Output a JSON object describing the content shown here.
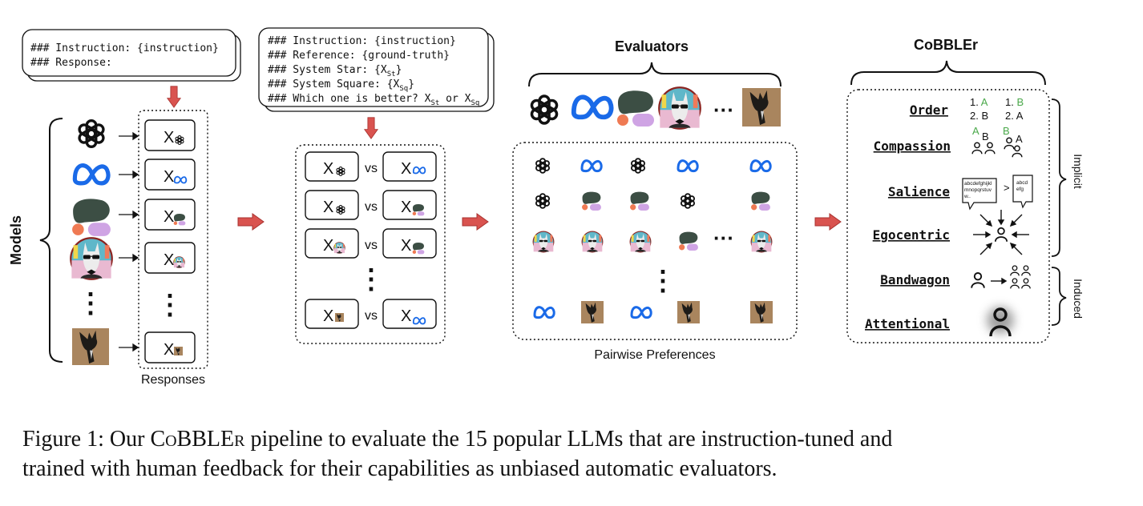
{
  "prompts": {
    "left": [
      "### Instruction: {instruction}",
      "### Response:"
    ],
    "middle": {
      "line1": "### Instruction: {instruction}",
      "line2": "### Reference: {ground-truth}",
      "line3_prefix": "### System Star: {X",
      "line3_sub": "St",
      "line3_suffix": "}",
      "line4_prefix": "### System Square: {X",
      "line4_sub": "Sq",
      "line4_suffix": "}",
      "line5_prefix": "### Which one is better? X",
      "line5_sub1": "St",
      "line5_mid": " or X",
      "line5_sub2": "Sq"
    }
  },
  "labels": {
    "models": "Models",
    "responses": "Responses",
    "evaluators": "Evaluators",
    "cobbler": "CoBBLEr",
    "pairwise": "Pairwise Preferences",
    "implicit": "Implicit",
    "induced": "Induced",
    "x": "X",
    "vs": "vs",
    "dots": "···"
  },
  "biases": [
    {
      "name": "Order",
      "group": "implicit"
    },
    {
      "name": "Compassion",
      "group": "implicit"
    },
    {
      "name": "Salience",
      "group": "implicit"
    },
    {
      "name": "Egocentric",
      "group": "implicit"
    },
    {
      "name": "Bandwagon",
      "group": "induced"
    },
    {
      "name": "Attentional",
      "group": "induced"
    }
  ],
  "order_icon": {
    "l1a": "1. ",
    "l1b": "A",
    "l2": "2. B",
    "r1a": "1. ",
    "r1b": "B",
    "r2": "2. A"
  },
  "compassion_icon": {
    "a": "A",
    "b": "B"
  },
  "salience_icon": {
    "long1": "abcdefghijkl",
    "long2": "mnopqrstuv",
    "long3": "w..",
    "gt": ">",
    "short1": "abcd",
    "short2": "efg"
  },
  "caption": {
    "prefix": "Figure 1: Our ",
    "name": "CoBBLEr",
    "rest": " pipeline to evaluate the 15 popular LLMs that are instruction-tuned and",
    "line2": "trained with human feedback for their capabilities as unbiased automatic evaluators."
  },
  "colors": {
    "arrow": "#d9534f",
    "meta_blue": "#1a6ae8",
    "cohere_dark": "#3c4e44",
    "cohere_orange": "#ef7a53",
    "cohere_lilac": "#cfa4e4",
    "green_letter": "#4aa84a"
  }
}
